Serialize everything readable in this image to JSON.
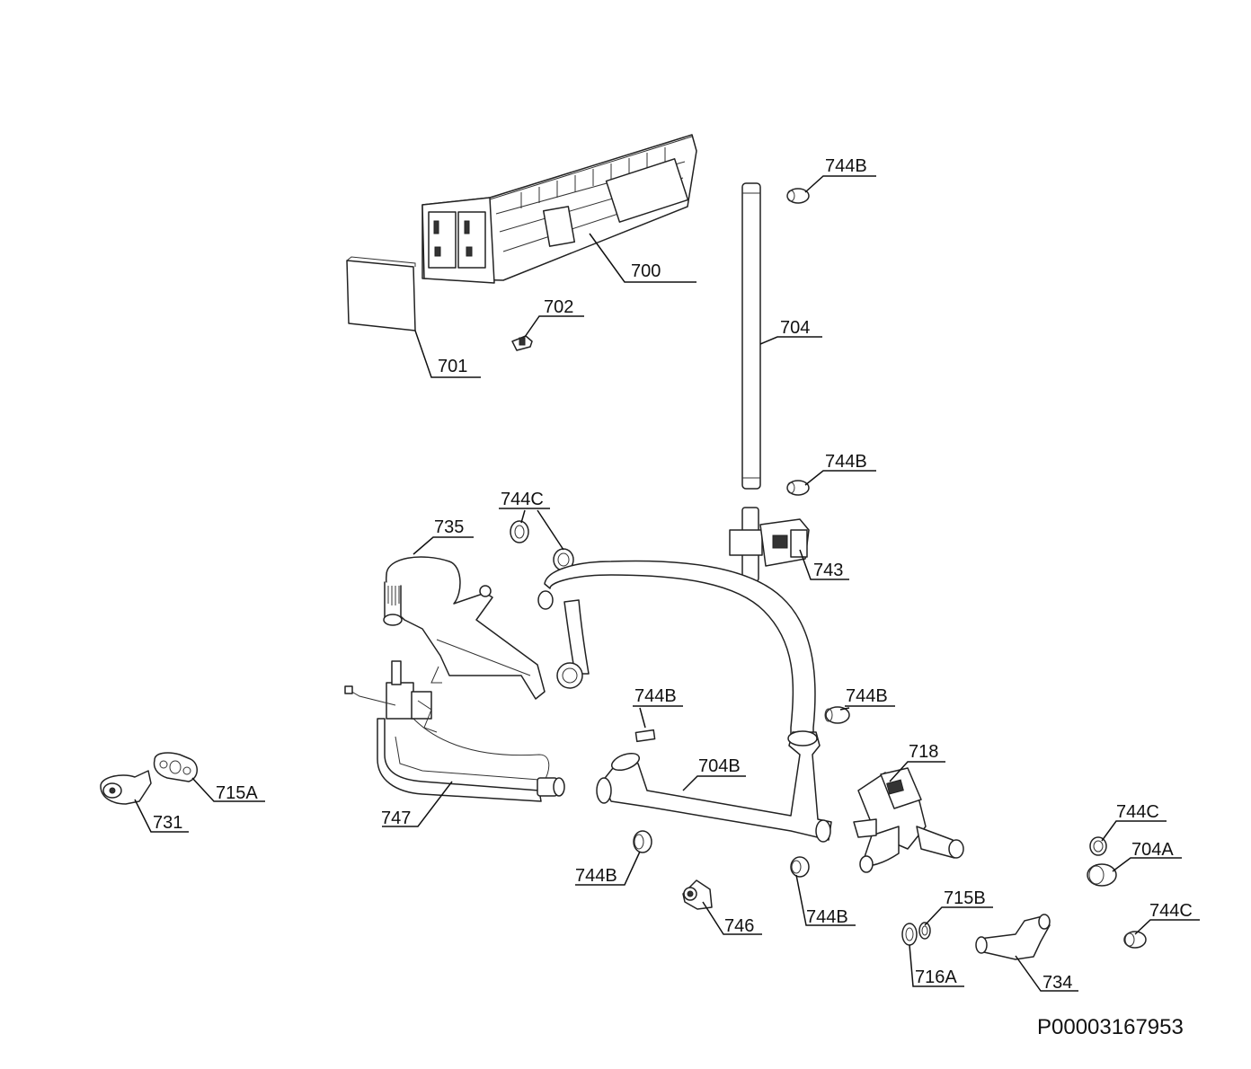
{
  "callouts": [
    {
      "id": "c700",
      "label": "700"
    },
    {
      "id": "c701",
      "label": "701"
    },
    {
      "id": "c702",
      "label": "702"
    },
    {
      "id": "c704",
      "label": "704"
    },
    {
      "id": "c744b1",
      "label": "744B"
    },
    {
      "id": "c744b2",
      "label": "744B"
    },
    {
      "id": "c743",
      "label": "743"
    },
    {
      "id": "c744c1",
      "label": "744C"
    },
    {
      "id": "c735",
      "label": "735"
    },
    {
      "id": "c744b3",
      "label": "744B"
    },
    {
      "id": "c744b4",
      "label": "744B"
    },
    {
      "id": "c704b",
      "label": "704B"
    },
    {
      "id": "c718",
      "label": "718"
    },
    {
      "id": "c715a",
      "label": "715A"
    },
    {
      "id": "c731",
      "label": "731"
    },
    {
      "id": "c747",
      "label": "747"
    },
    {
      "id": "c744b5",
      "label": "744B"
    },
    {
      "id": "c746",
      "label": "746"
    },
    {
      "id": "c744b6",
      "label": "744B"
    },
    {
      "id": "c744c2",
      "label": "744C"
    },
    {
      "id": "c704a",
      "label": "704A"
    },
    {
      "id": "c715b",
      "label": "715B"
    },
    {
      "id": "c744c3",
      "label": "744C"
    },
    {
      "id": "c716a",
      "label": "716A"
    },
    {
      "id": "c734",
      "label": "734"
    }
  ],
  "reference_code": "P00003167953"
}
